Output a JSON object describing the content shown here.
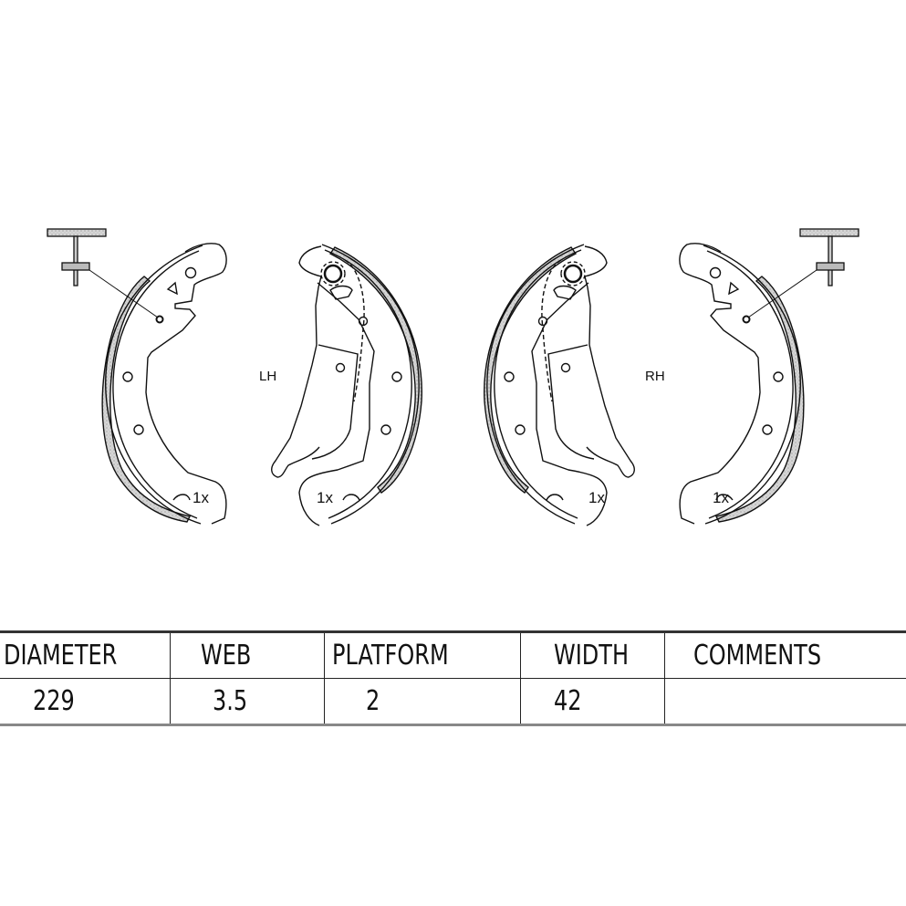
{
  "labels": {
    "left_side": "LH",
    "right_side": "RH",
    "quantity": [
      "1x",
      "1x",
      "1x",
      "1x"
    ]
  },
  "table": {
    "headers": [
      "DIAMETER",
      "WEB",
      "PLATFORM",
      "WIDTH",
      "COMMENTS"
    ],
    "values": [
      "229",
      "3.5",
      "2",
      "42",
      ""
    ]
  }
}
